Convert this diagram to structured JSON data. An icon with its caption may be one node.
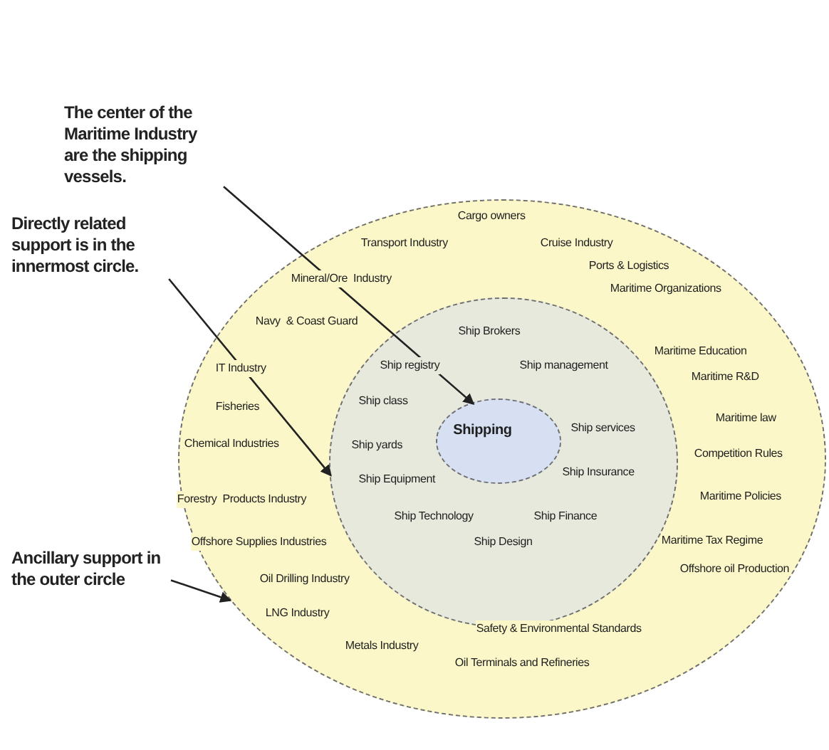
{
  "diagram": {
    "nodes": [
      {
        "text": [
          "Cargo owners",
          "Transport Industry",
          "Cruise Industry",
          "Mineral/Ore  Industry",
          "Ports & Logistics",
          "Navy  & Coast Guard",
          "Maritime Organizations",
          "Maritime Education",
          "IT Industry",
          "Maritime R&D",
          "Fisheries",
          "Maritime law",
          "Chemical Industries",
          "Competition Rules",
          "Forestry  Products Industry",
          "Maritime Policies",
          "Offshore Supplies Industries",
          "Maritime Tax Regime",
          "Oil Drilling Industry",
          "Offshore oil Production",
          "LNG Industry",
          "Safety & Environmental Standards",
          "Metals Industry",
          "Oil Terminals and Refineries"
        ]
      },
      {
        "text": [
          "Ship Brokers",
          "Ship registry",
          "Ship management",
          "Ship class",
          "Ship services",
          "Ship yards",
          "Ship Equipment",
          "Ship Insurance",
          "Ship Technology",
          "Ship Finance",
          "Ship Design"
        ],
        "in": 0
      },
      {
        "text": [
          "Shipping"
        ],
        "in": 1
      },
      {
        "text": [
          "The center of the Maritime Industry are the shipping vessels."
        ]
      },
      {
        "text": [
          "Directly related support is in the innermost circle."
        ]
      },
      {
        "text": [
          "Ancillary support in the outer circle"
        ]
      }
    ],
    "edges": [
      {
        "from": 3,
        "to": 2,
        "arrow": "to"
      },
      {
        "from": 4,
        "to": 1,
        "arrow": "to"
      },
      {
        "from": 5,
        "to": 0,
        "arrow": "to"
      }
    ]
  }
}
